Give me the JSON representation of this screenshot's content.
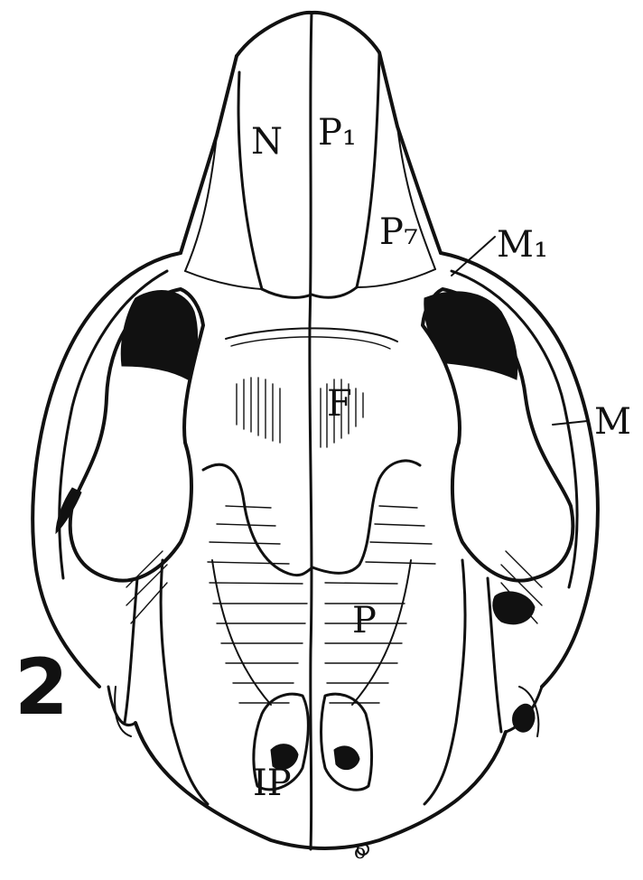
{
  "figure": {
    "number": "2",
    "labels": {
      "nasal": "N",
      "premaxilla": "P₁",
      "premaxilla_2": "P₇",
      "maxilla_upper": "M₁",
      "maxilla": "M",
      "frontal": "F",
      "parietal": "P",
      "interparietal": "IP",
      "occipital": "o"
    }
  }
}
